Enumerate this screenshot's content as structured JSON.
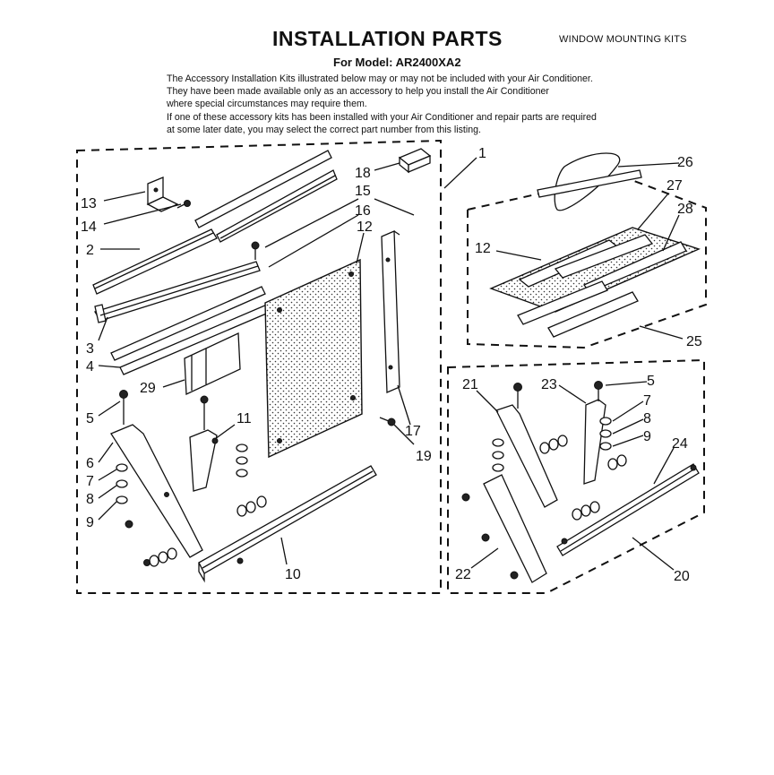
{
  "header": {
    "title": "INSTALLATION PARTS",
    "kit_label": "WINDOW MOUNTING KITS",
    "model_line": "For Model: AR2400XA2"
  },
  "intro_lines": [
    "The Accessory Installation Kits illustrated below may or may not be included with your Air Conditioner.",
    "They have been made available only as an accessory to help you install the Air Conditioner",
    "where special circumstances may require them.",
    "If one of these accessory kits has been installed with your Air Conditioner and repair parts are required",
    "at some later date, you may select the correct part number from this listing."
  ],
  "callouts": {
    "c1": "1",
    "c2": "2",
    "c3": "3",
    "c4": "4",
    "c5a": "5",
    "c6": "6",
    "c7a": "7",
    "c8a": "8",
    "c9a": "9",
    "c10": "10",
    "c11": "11",
    "c12a": "12",
    "c13": "13",
    "c14": "14",
    "c15": "15",
    "c16": "16",
    "c17": "17",
    "c18": "18",
    "c19": "19",
    "c29": "29",
    "c26": "26",
    "c27": "27",
    "c28": "28",
    "c12b": "12",
    "c25": "25",
    "c21": "21",
    "c23": "23",
    "c5b": "5",
    "c7b": "7",
    "c8b": "8",
    "c9b": "9",
    "c24": "24",
    "c22": "22",
    "c20": "20"
  }
}
